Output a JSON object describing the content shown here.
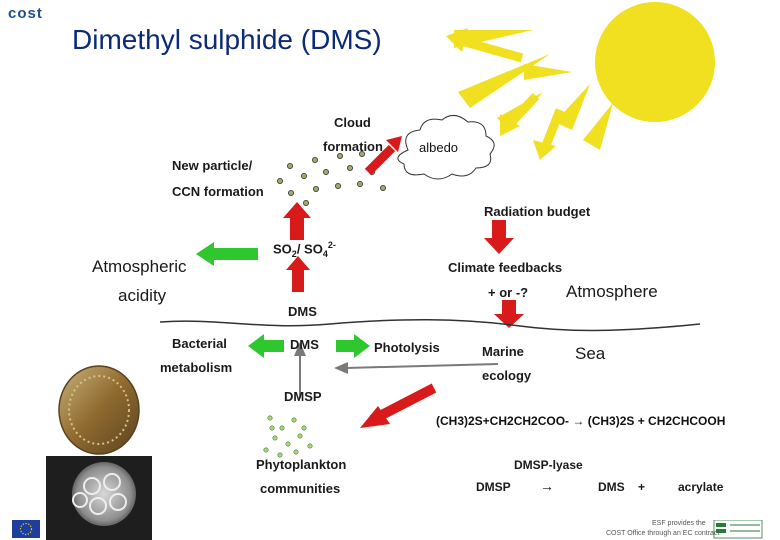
{
  "header": {
    "logo_text": "cost",
    "title": "Dimethyl sulphide (DMS)"
  },
  "labels": {
    "cloud": "Cloud",
    "formation": "formation",
    "albedo": "albedo",
    "new_particle": "New particle/",
    "ccn_formation": "CCN formation",
    "radiation_budget": "Radiation budget",
    "atmospheric": "Atmospheric",
    "acidity": "acidity",
    "so2_so4": "SO",
    "so2_sub": "2",
    "so4_main": "/ SO",
    "so4_sub": "4",
    "so4_sup": "2-",
    "climate_feedbacks": "Climate feedbacks",
    "plus_or_minus": "+ or -?",
    "atmosphere": "Atmosphere",
    "dms_upper": "DMS",
    "bacterial": "Bacterial",
    "metabolism": "metabolism",
    "dms_lower": "DMS",
    "photolysis": "Photolysis",
    "marine": "Marine",
    "ecology": "ecology",
    "sea": "Sea",
    "dmsp": "DMSP",
    "phytoplankton": "Phytoplankton",
    "communities": "communities"
  },
  "reaction": {
    "equation": "(CH3)2S+CH2CH2COO- → (CH3)2S + CH2CHCOOH",
    "enzyme": "DMSP-lyase",
    "left": "DMSP",
    "arrow": "→",
    "right": "DMS",
    "plus": "+",
    "product": "acrylate"
  },
  "footer": {
    "esf_line1": "ESF provides the",
    "esf_line2": "COST Office through an EC contract"
  },
  "colors": {
    "title": "#0b2a78",
    "sun": "#f0e020",
    "red_arrow": "#d91a1a",
    "green_arrow": "#2ec82e",
    "grey_arrow": "#8a8a8a"
  }
}
